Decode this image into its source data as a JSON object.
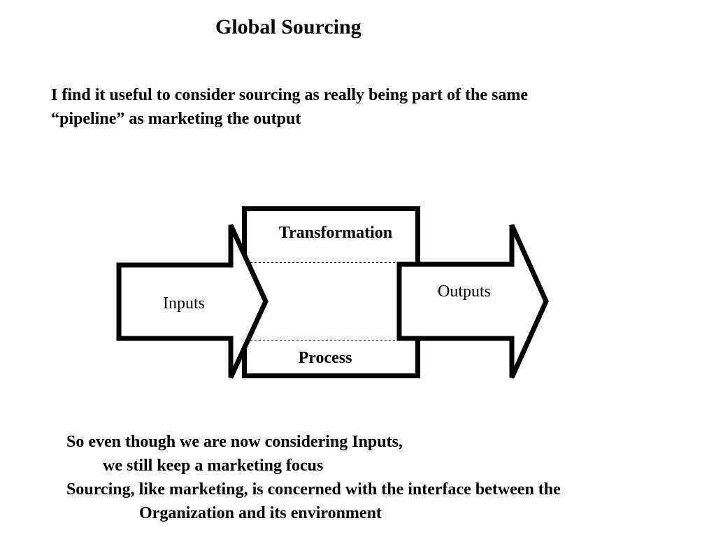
{
  "slide": {
    "title": "Global Sourcing",
    "intro_line1": "I find it useful to consider sourcing as really being part of the same",
    "intro_line2": "“pipeline” as marketing the output"
  },
  "diagram": {
    "inputs_label": "Inputs",
    "outputs_label": "Outputs",
    "transformation_label": "Transformation",
    "process_label": "Process"
  },
  "notes": {
    "line1": "So even though we are now considering Inputs,",
    "line2": "we still keep a marketing focus",
    "line3": "Sourcing, like marketing, is concerned with the interface between the",
    "line4": "Organization and its environment"
  }
}
